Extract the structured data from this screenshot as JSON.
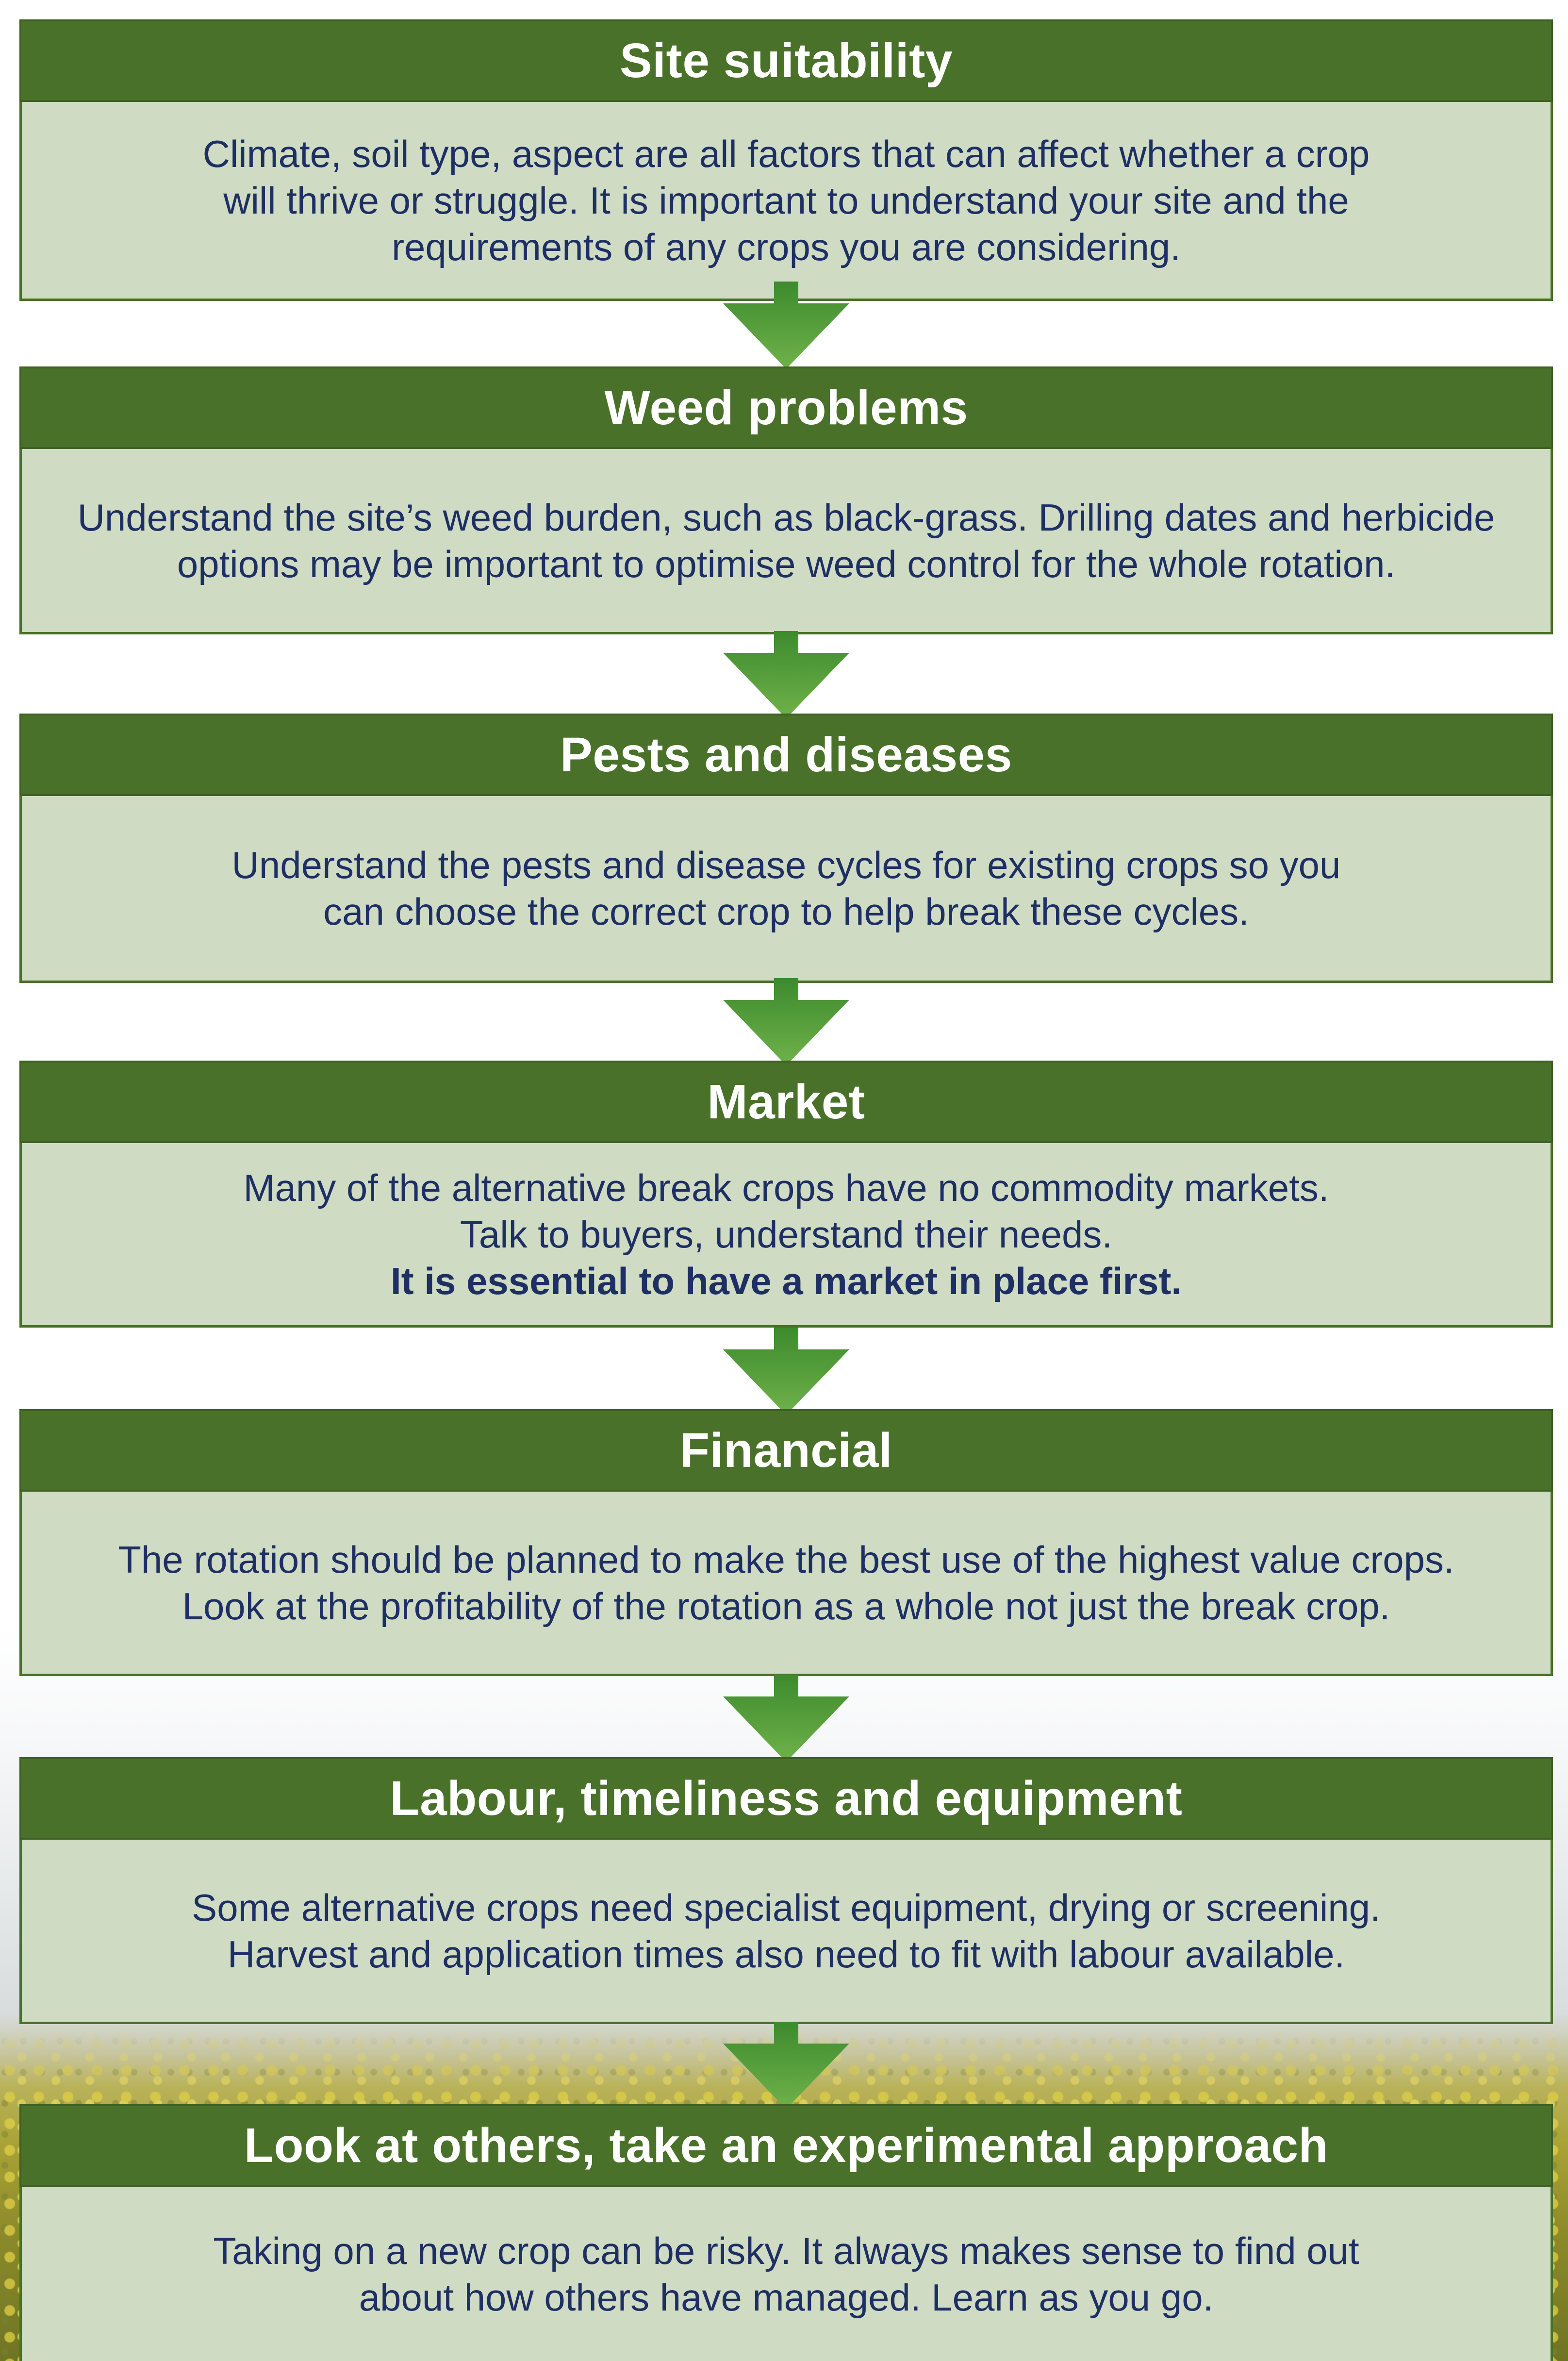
{
  "steps": [
    {
      "title": "Site suitability",
      "lines": [
        "Climate, soil type, aspect are all factors that can affect whether a crop",
        "will thrive or struggle. It is important to understand your site and the",
        "requirements of any crops you are considering."
      ]
    },
    {
      "title": "Weed problems",
      "lines": [
        "Understand the site’s weed burden, such as black-grass. Drilling dates and herbicide",
        "options may be important to optimise weed control for the whole rotation."
      ]
    },
    {
      "title": "Pests and diseases",
      "lines": [
        "Understand the pests and disease cycles for existing crops so you",
        "can choose the correct crop to help break these cycles."
      ]
    },
    {
      "title": "Market",
      "lines": [
        "Many of the alternative break crops have no commodity markets.",
        "Talk to buyers, understand their needs."
      ],
      "emphasis": "It is essential to have a market in place first."
    },
    {
      "title": "Financial",
      "lines": [
        "The rotation should be planned to make the best use of the highest value crops.",
        "Look at the profitability of the rotation as a whole not just the break crop."
      ]
    },
    {
      "title": "Labour, timeliness and equipment",
      "lines": [
        "Some alternative crops need specialist equipment, drying or screening.",
        "Harvest and application times also need to fit with labour available."
      ]
    },
    {
      "title": "Look at others, take an experimental approach",
      "lines": [
        "Taking on a new crop can be risky. It always makes sense to find out",
        "about how others have managed. Learn as you go."
      ]
    }
  ],
  "colors": {
    "header_green": "#4a712a",
    "body_green": "#d0dbc3",
    "text_navy": "#1d2f63",
    "arrow_green_light": "#6fb24a",
    "arrow_green_dark": "#3d8a2e"
  }
}
